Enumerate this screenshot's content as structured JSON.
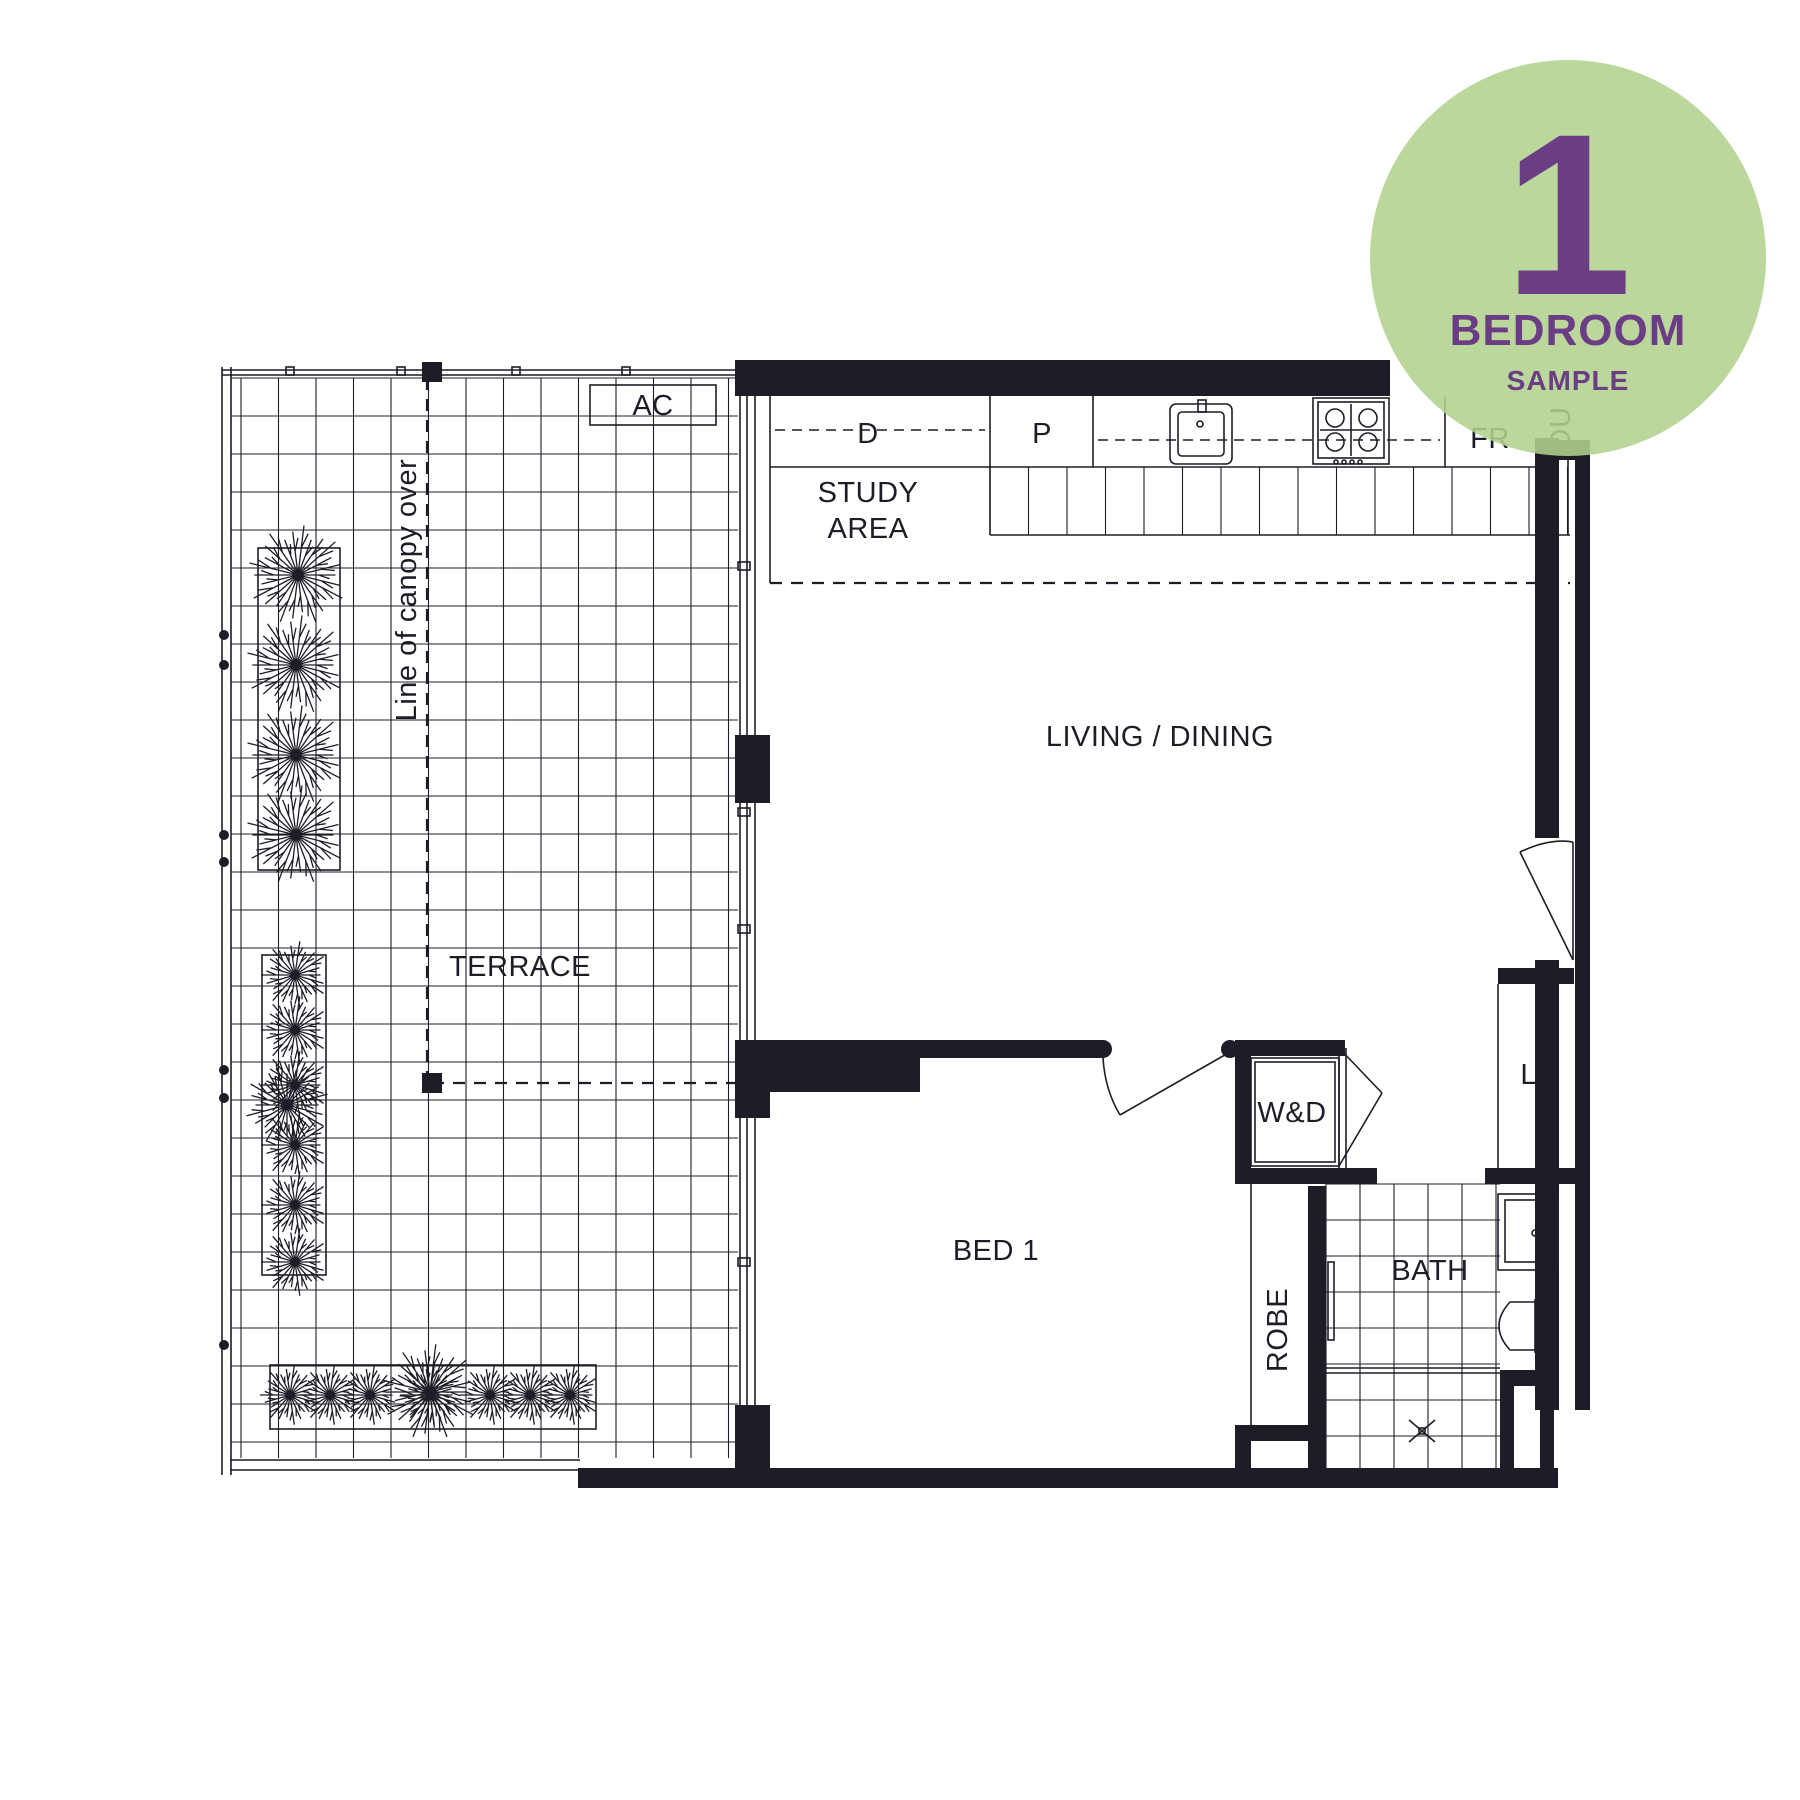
{
  "badge": {
    "number": "1",
    "title": "BEDROOM",
    "subtitle": "SAMPLE"
  },
  "rooms": {
    "ac": "AC",
    "dishwasher": "D",
    "pantry": "P",
    "fridge": "FR",
    "dish_unit": "DU",
    "study_line1": "STUDY",
    "study_line2": "AREA",
    "living": "LIVING / DINING",
    "terrace": "TERRACE",
    "canopy_note": "Line of canopy over",
    "bed": "BED 1",
    "laundry_wd": "W&D",
    "linen": "LI",
    "bath": "BATH",
    "robe": "ROBE"
  },
  "colors": {
    "wall": "#1d1d27",
    "badge_bg": "#b2d28e",
    "badge_text": "#6a3d85"
  }
}
